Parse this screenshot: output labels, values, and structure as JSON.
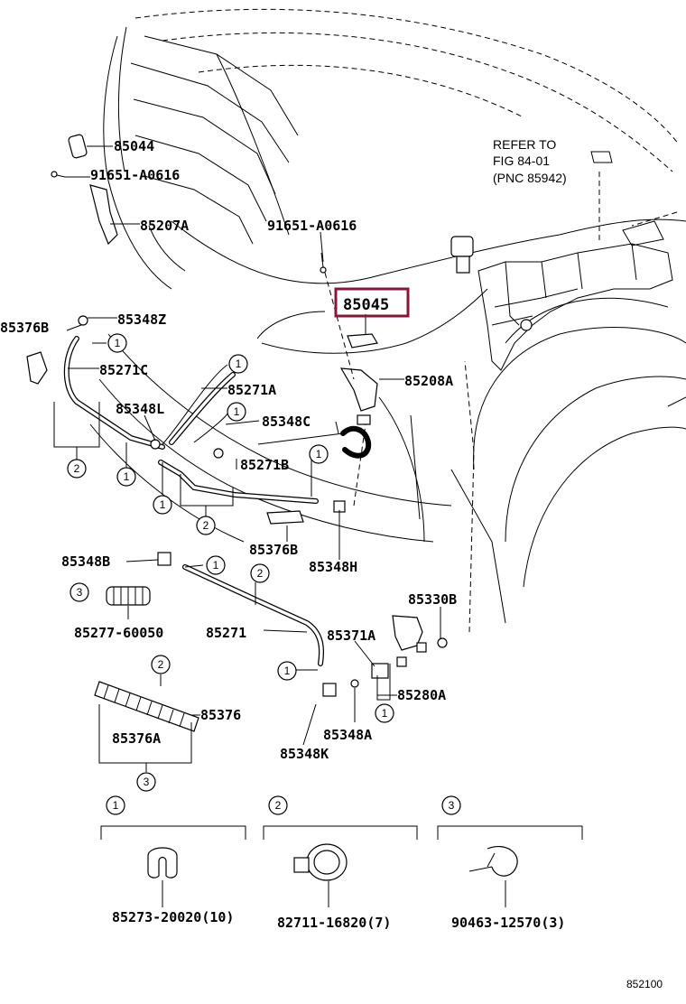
{
  "parts": {
    "p85044": "85044",
    "p91651_a": "91651-A0616",
    "p85207a": "85207A",
    "p91651_b": "91651-A0616",
    "p85045": "85045",
    "p85376b": "85376B",
    "p85348z": "85348Z",
    "p85271c": "85271C",
    "p85208a": "85208A",
    "p85271a": "85271A",
    "p85348l": "85348L",
    "p85348c": "85348C",
    "p85271b": "85271B",
    "p85376b2": "85376B",
    "p85348h": "85348H",
    "p85348b": "85348B",
    "p85330b": "85330B",
    "p85277": "85277-60050",
    "p85271": "85271",
    "p85371a": "85371A",
    "p85280a": "85280A",
    "p85376": "85376",
    "p85376a": "85376A",
    "p85348a": "85348A",
    "p85348k": "85348K"
  },
  "refer": {
    "line1": "REFER TO",
    "line2": "FIG 84-01",
    "line3": "(PNC 85942)"
  },
  "callouts": {
    "c1": "1",
    "c2": "2",
    "c3": "3"
  },
  "legend": {
    "item1": "85273-20020(10)",
    "item2": "82711-16820(7)",
    "item3": "90463-12570(3)"
  },
  "figure_code": "852100",
  "highlight_color": "#8b1538"
}
